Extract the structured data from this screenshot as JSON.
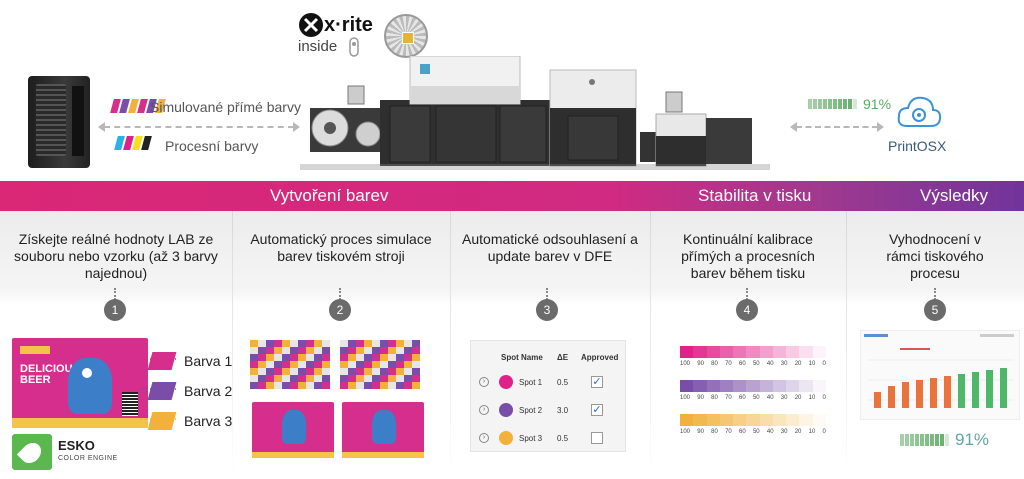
{
  "brand": {
    "xrite_name": "x·rite",
    "xrite_inside": "inside",
    "printos_name": "PrintOSX"
  },
  "legend": {
    "simulated": "Simulované přímé barvy",
    "process": "Procesní barvy",
    "simulated_colors": [
      "#d62e8d",
      "#7a4ea8",
      "#f2b13b",
      "#d62e8d",
      "#7a4ea8",
      "#f2b13b"
    ],
    "process_colors": [
      "#23b6e6",
      "#e0218a",
      "#f7e017",
      "#222222"
    ]
  },
  "top_status": {
    "percent": "91%",
    "percent_value": 0.91,
    "bar_color": "#5ea964"
  },
  "banner": {
    "section1": "Vytvoření barev",
    "section2": "Stabilita v tisku",
    "section3": "Výsledky"
  },
  "steps": [
    {
      "number": "1",
      "description": "Získejte reálné hodnoty LAB ze souboru nebo vzorku (až 3 barvy najednou)"
    },
    {
      "number": "2",
      "description": "Automatický proces simulace barev tiskovém stroji"
    },
    {
      "number": "3",
      "description": "Automatické odsouhlasení a update barev v DFE"
    },
    {
      "number": "4",
      "description": "Kontinuální kalibrace přímých a procesních barev během tisku"
    },
    {
      "number": "5",
      "description": "Vyhodnocení v rámci tiskového procesu"
    }
  ],
  "label_art": {
    "beer_text": "DELICIOUS BEER",
    "barvy": [
      {
        "label": "Barva 1",
        "color": "#d62e8d"
      },
      {
        "label": "Barva 2",
        "color": "#7a4ea8"
      },
      {
        "label": "Barva 3",
        "color": "#f2b13b"
      }
    ],
    "esko_name": "ESKO",
    "esko_sub": "COLOR ENGINE"
  },
  "spot_table": {
    "headers": [
      "Spot Name",
      "ΔE",
      "Approved"
    ],
    "rows": [
      {
        "name": "Spot 1",
        "de": "0.5",
        "approved": true,
        "color": "#e0218a"
      },
      {
        "name": "Spot 2",
        "de": "3.0",
        "approved": true,
        "color": "#7a4ea8"
      },
      {
        "name": "Spot 3",
        "de": "0.5",
        "approved": false,
        "color": "#f2b13b"
      }
    ]
  },
  "gradient_ticks": [
    "100",
    "90",
    "80",
    "70",
    "60",
    "50",
    "40",
    "30",
    "20",
    "10",
    "0"
  ],
  "gradient_colors": [
    "#e0218a",
    "#7a4ea8",
    "#f2b13b"
  ],
  "bottom_status": {
    "percent": "91%",
    "percent_value": 0.91,
    "bar_color": "#5ea964"
  }
}
